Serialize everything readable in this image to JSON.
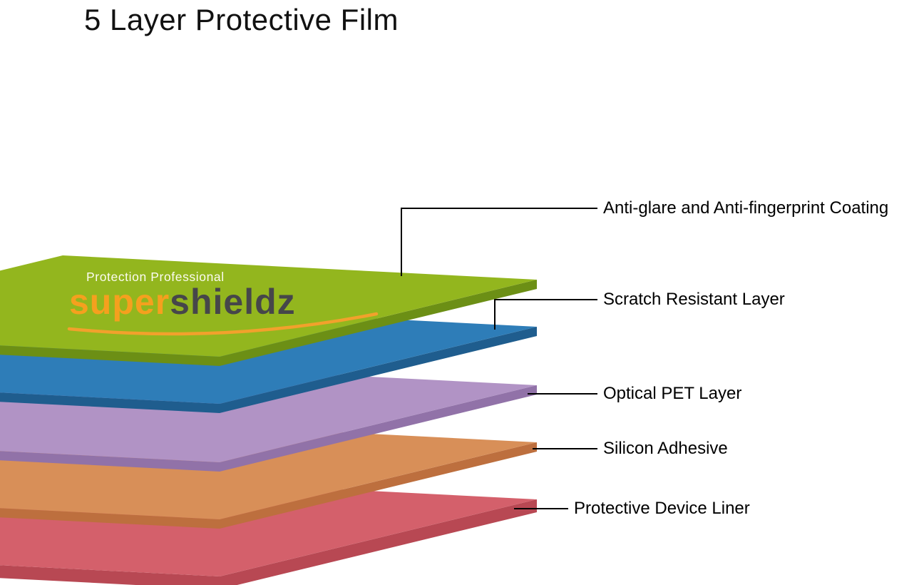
{
  "title": "5 Layer Protective Film",
  "logo": {
    "tagline": "Protection Professional",
    "brand_part1": "super",
    "brand_part2": "shieldz",
    "accent_color": "#f5a01e",
    "dark_color": "#46464a"
  },
  "layers": [
    {
      "name": "Anti-glare and Anti-fingerprint Coating",
      "color_top": "#93b61e",
      "color_edge": "#6c8f15"
    },
    {
      "name": "Scratch Resistant Layer",
      "color_top": "#2e7db8",
      "color_edge": "#1f5d8e"
    },
    {
      "name": "Optical PET Layer",
      "color_top": "#b193c5",
      "color_edge": "#9172a8"
    },
    {
      "name": "Silicon Adhesive",
      "color_top": "#d88f58",
      "color_edge": "#bd6f3e"
    },
    {
      "name": "Protective Device Liner",
      "color_top": "#d4606b",
      "color_edge": "#b84853"
    }
  ]
}
